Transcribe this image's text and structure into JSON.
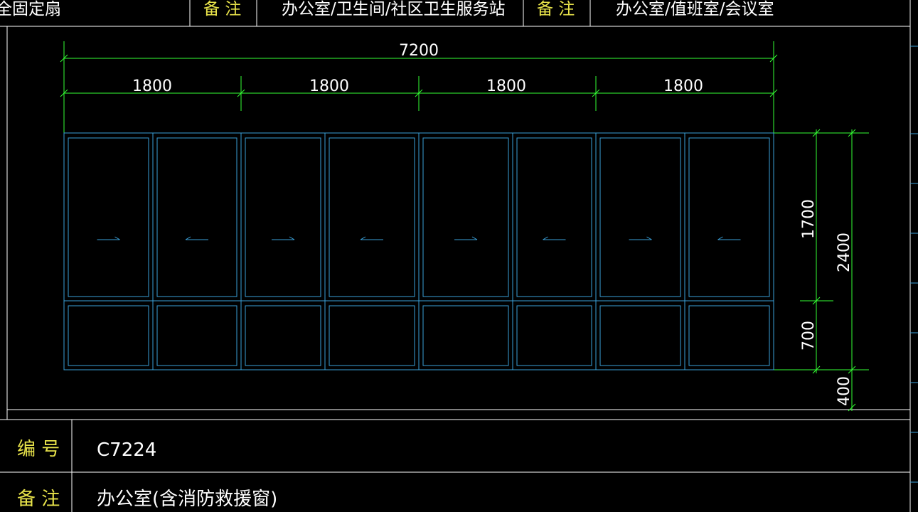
{
  "header": {
    "cell1_text": "全固定扇",
    "remark1_label": "备 注",
    "remark1_value": "办公室/卫生间/社区卫生服务站",
    "remark2_label": "备 注",
    "remark2_value": "办公室/值班室/会议室"
  },
  "dimensions": {
    "total_width": "7200",
    "segments": [
      "1800",
      "1800",
      "1800",
      "1800"
    ],
    "upper_height": "1700",
    "lower_height": "700",
    "total_height": "2400",
    "sill_height": "400"
  },
  "window": {
    "panel_count": 8,
    "open_arrows": [
      "right",
      "left",
      "right",
      "left",
      "right",
      "left",
      "right",
      "left"
    ]
  },
  "info": {
    "number_label": "编 号",
    "number_value": "C7224",
    "remark_label": "备 注",
    "remark_value": "办公室(含消防救援窗)"
  },
  "colors": {
    "background": "#000000",
    "dimension_line": "#33ff33",
    "window_frame": "#3aa0d8",
    "label_yellow": "#e8e34a",
    "text_white": "#ffffff",
    "table_line": "#ffffff"
  }
}
